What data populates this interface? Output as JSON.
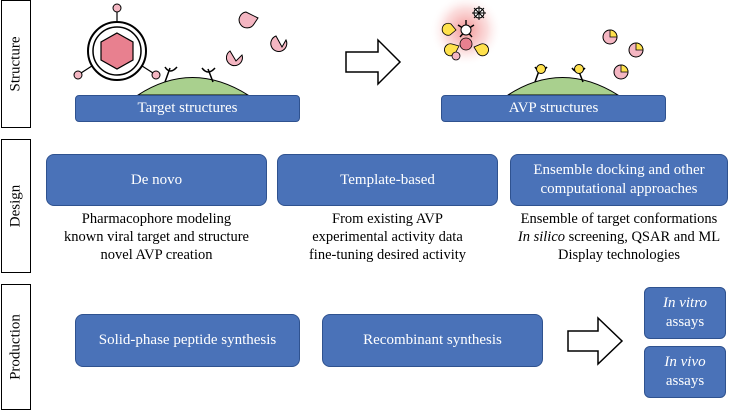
{
  "rows": {
    "structure": "Structure",
    "design": "Design",
    "production": "Production"
  },
  "structure": {
    "target_label": "Target structures",
    "avp_label": "AVP structures"
  },
  "design": {
    "boxes": [
      {
        "label": "De novo",
        "lines": [
          "Pharmacophore modeling",
          "known viral target and structure",
          "novel AVP creation"
        ]
      },
      {
        "label": "Template-based",
        "lines": [
          "From existing AVP",
          "experimental activity data",
          "fine-tuning desired activity"
        ]
      },
      {
        "label_line1": "Ensemble docking and other",
        "label_line2": "computational approaches",
        "line1": "Ensemble of target conformations",
        "line2_italic": "In silico",
        "line2_rest": " screening, QSAR and ML",
        "line3": "Display technologies"
      }
    ]
  },
  "production": {
    "solid_phase": "Solid-phase peptide synthesis",
    "recombinant": "Recombinant synthesis",
    "in_vitro_italic": "In vitro",
    "in_vivo_italic": "In vivo",
    "assays": "assays"
  },
  "colors": {
    "box_fill": "#4a72b8",
    "box_border": "#2f528f",
    "membrane": "#a9d08e",
    "pathogen_pink": "#f4b6c2",
    "hexagon": "#e8808f",
    "ligand_yellow": "#ffe14d",
    "glow": "#f08080"
  }
}
